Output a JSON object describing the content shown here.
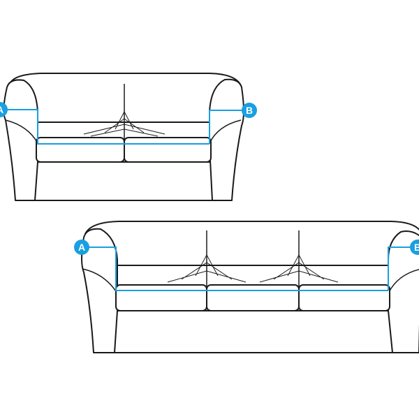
{
  "diagram": {
    "colors": {
      "accent": "#1a9fe0",
      "line": "#1a1a1a"
    },
    "loveseat": {
      "label_a": "A",
      "label_b": "B"
    },
    "sofa": {
      "label_a": "A",
      "label_b": "B"
    }
  }
}
